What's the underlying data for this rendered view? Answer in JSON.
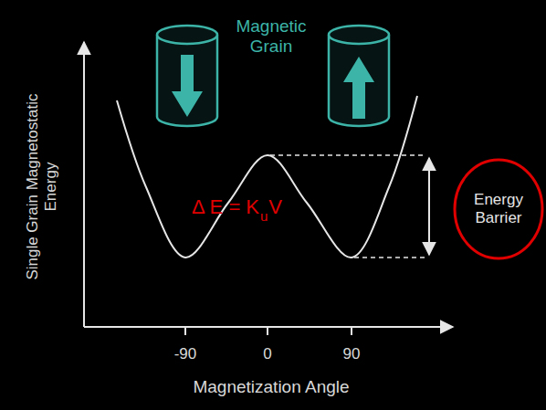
{
  "diagram": {
    "nodes": [
      {
        "text": [
          "Energy Barrier"
        ]
      }
    ],
    "labels": [
      "Magnetic Grain",
      "Single Grain Magnetostatic Energy",
      "-90",
      "0",
      "90",
      "Magnetization Angle",
      "Δ E = K",
      "u",
      "V"
    ]
  }
}
